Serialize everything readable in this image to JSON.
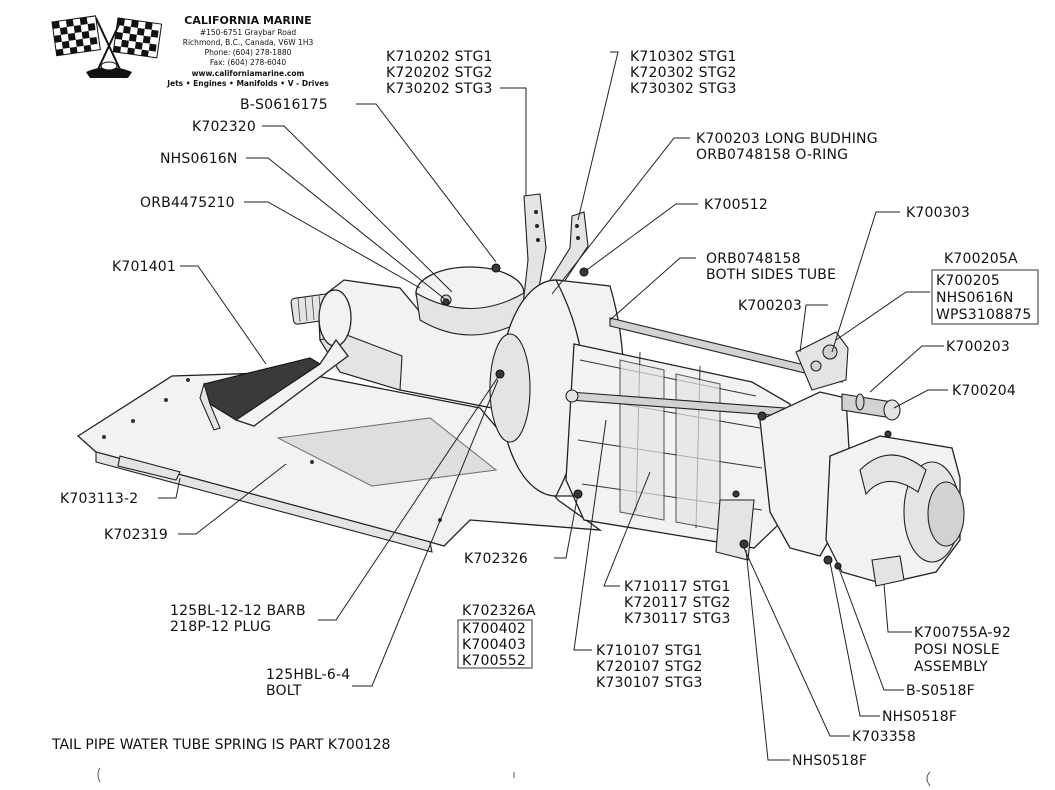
{
  "header": {
    "company": "CALIFORNIA MARINE",
    "address1": "#150-6751 Graybar Road",
    "address2": "Richmond, B.C., Canada, V6W 1H3",
    "phone": "Phone: (604) 278-1880",
    "fax": "Fax: (604) 278-6040",
    "website": "www.californiamarine.com",
    "tagline": "Jets • Engines • Manifolds • V - Drives",
    "logo_icon": "checkered-flags-logo"
  },
  "labels": {
    "b_s0616175": "B-S0616175",
    "k702320": "K702320",
    "nhs0616n": "NHS0616N",
    "orb4475210": "ORB4475210",
    "k701401": "K701401",
    "k710202": "K710202 STG1",
    "k720202": "K720202 STG2",
    "k730202": "K730202 STG3",
    "k710302": "K710302 STG1",
    "k720302": "K720302 STG2",
    "k730302": "K730302 STG3",
    "k700203_long_bushing": "K700203 LONG BUDHING",
    "orb0748158_oring": "ORB0748158 O-RING",
    "k700512": "K700512",
    "k700303": "K700303",
    "orb0748158": "ORB0748158",
    "both_sides_tube": "BOTH SIDES TUBE",
    "k700205a": "K700205A",
    "k700205": "K700205",
    "nhs0616n_b": "NHS0616N",
    "wps3108875": "WPS3108875",
    "k700203_a": "K700203",
    "k700203_b": "K700203",
    "k700204": "K700204",
    "k703113_2": "K703113-2",
    "k702319": "K702319",
    "k702326": "K702326",
    "k710117": "K710117 STG1",
    "k720117": "K720117 STG2",
    "k730117": "K730117 STG3",
    "barb": "125BL-12-12 BARB",
    "plug": "218P-12 PLUG",
    "k702326a": "K702326A",
    "k700402": "K700402",
    "k700403": "K700403",
    "k700552": "K700552",
    "k710107": "K710107 STG1",
    "k720107": "K720107 STG2",
    "k730107": "K730107 STG3",
    "k700755a_92": "K700755A-92",
    "posi_nosle": "POSI NOSLE",
    "assembly": "ASSEMBLY",
    "b_s0518f": "B-S0518F",
    "nhs0518f_a": "NHS0518F",
    "k703358": "K703358",
    "nhs0518f_b": "NHS0518F",
    "bolt_part": "125HBL-6-4",
    "bolt": "BOLT"
  },
  "footer": {
    "note": "TAIL PIPE WATER TUBE SPRING IS PART K700128"
  }
}
